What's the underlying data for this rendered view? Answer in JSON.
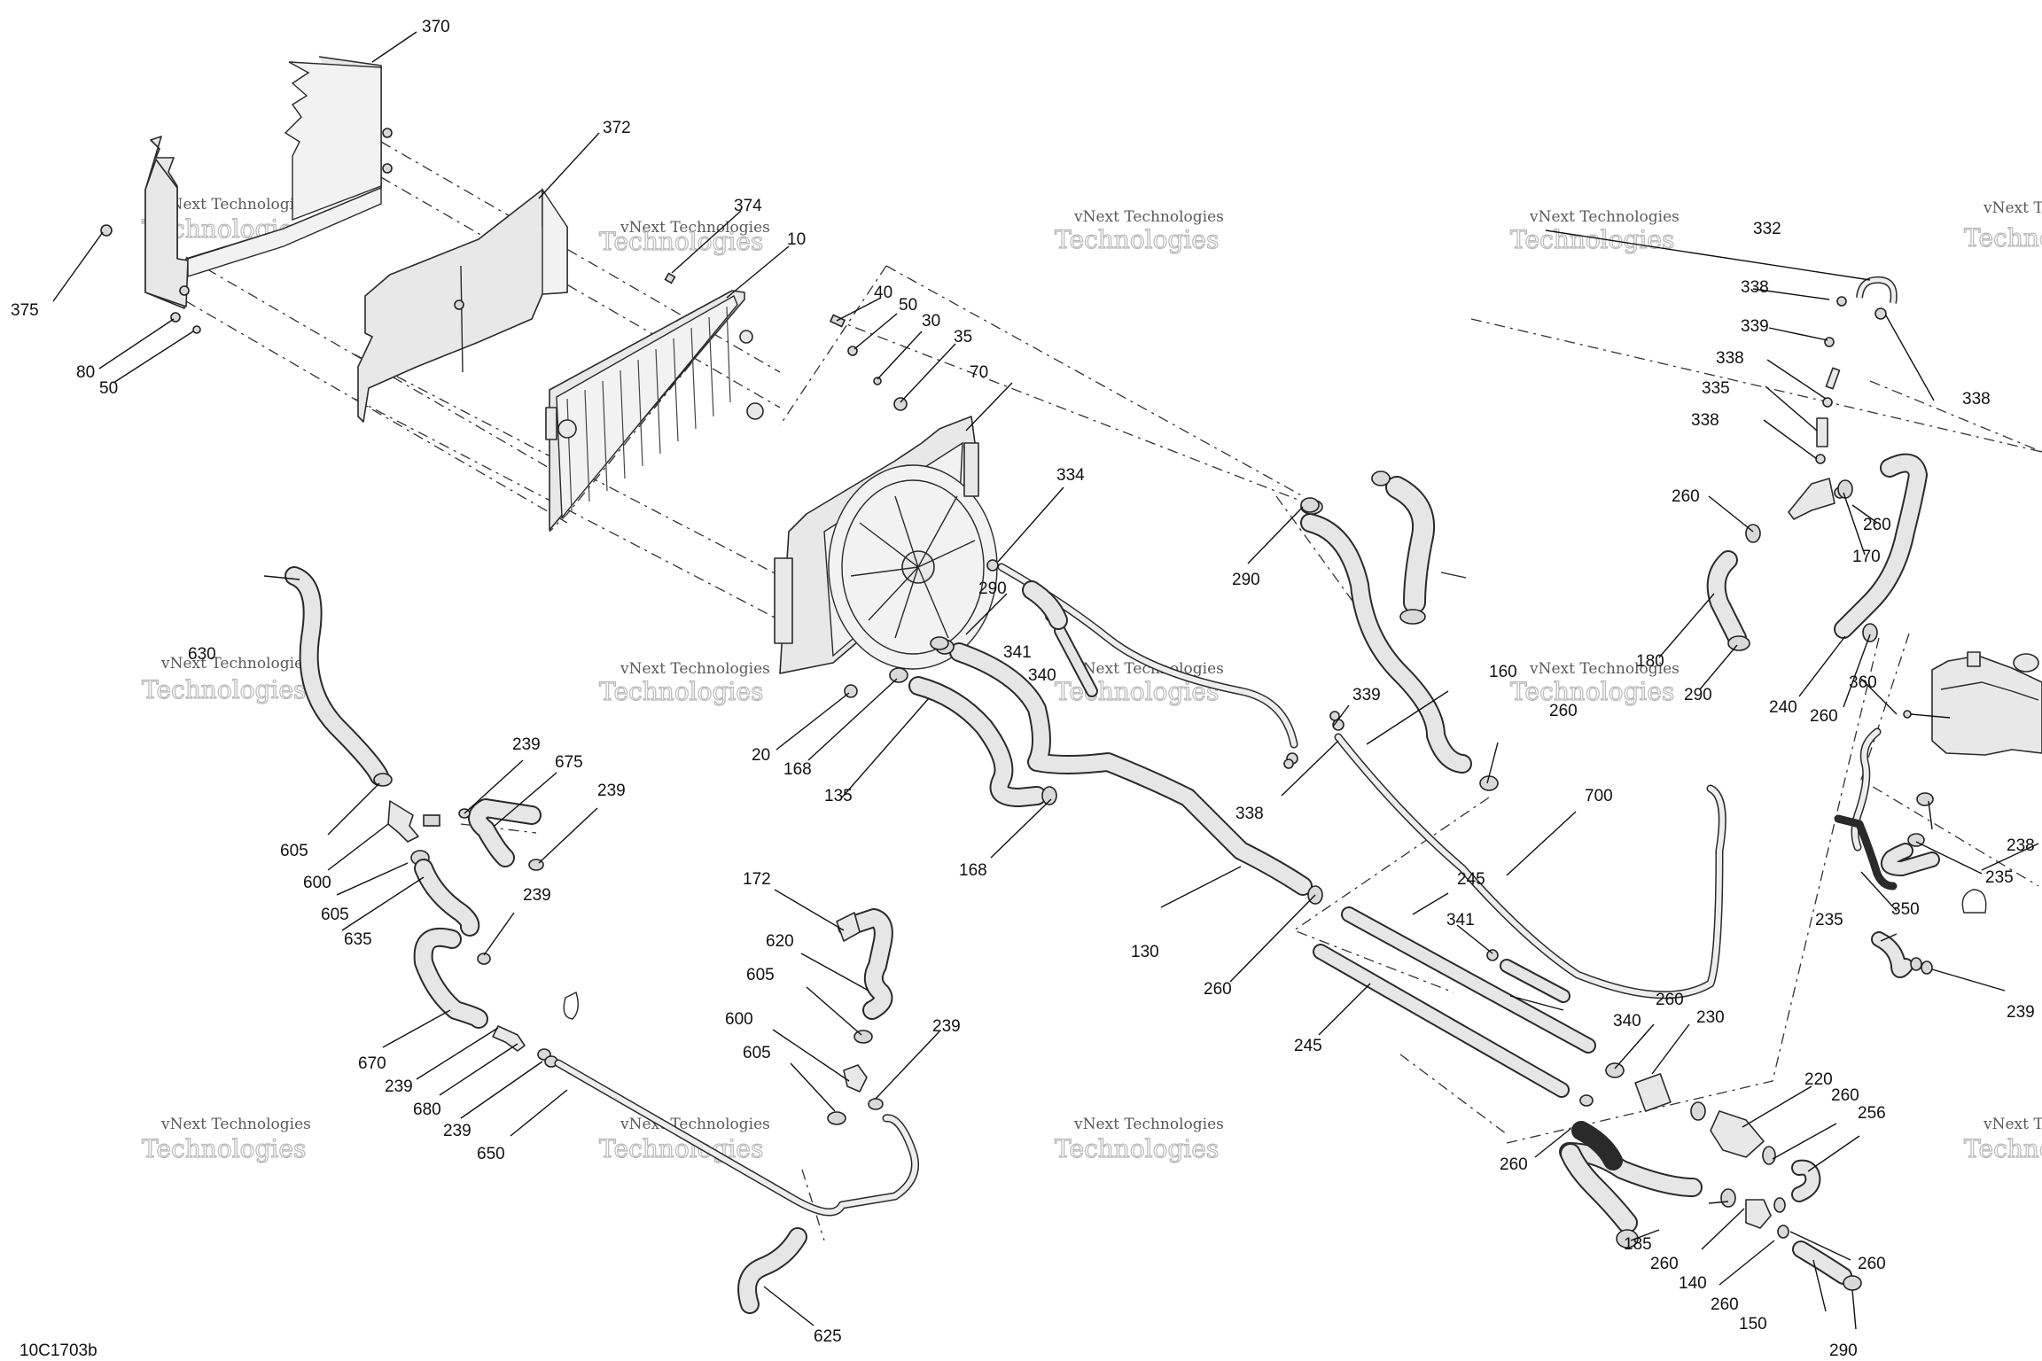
{
  "diagram": {
    "reference_code": "10C1703b",
    "watermark": {
      "line1": "vNext Technologies",
      "line2": "Technologies",
      "line3": "vNext"
    },
    "part_numbers": {
      "p10": "10",
      "p20": "20",
      "p30": "30",
      "p35": "35",
      "p40": "40",
      "p50": "50",
      "p70": "70",
      "p80": "80",
      "p130": "130",
      "p135": "135",
      "p140": "140",
      "p150": "150",
      "p160": "160",
      "p168": "168",
      "p170": "170",
      "p172": "172",
      "p180": "180",
      "p185": "185",
      "p220": "220",
      "p230": "230",
      "p235": "235",
      "p238": "238",
      "p239": "239",
      "p240": "240",
      "p245": "245",
      "p256": "256",
      "p260": "260",
      "p290": "290",
      "p332": "332",
      "p334": "334",
      "p335": "335",
      "p338": "338",
      "p339": "339",
      "p340": "340",
      "p341": "341",
      "p350": "350",
      "p360": "360",
      "p370": "370",
      "p372": "372",
      "p374": "374",
      "p375": "375",
      "p600": "600",
      "p605": "605",
      "p620": "620",
      "p625": "625",
      "p630": "630",
      "p635": "635",
      "p650": "650",
      "p670": "670",
      "p675": "675",
      "p680": "680",
      "p700": "700"
    }
  }
}
